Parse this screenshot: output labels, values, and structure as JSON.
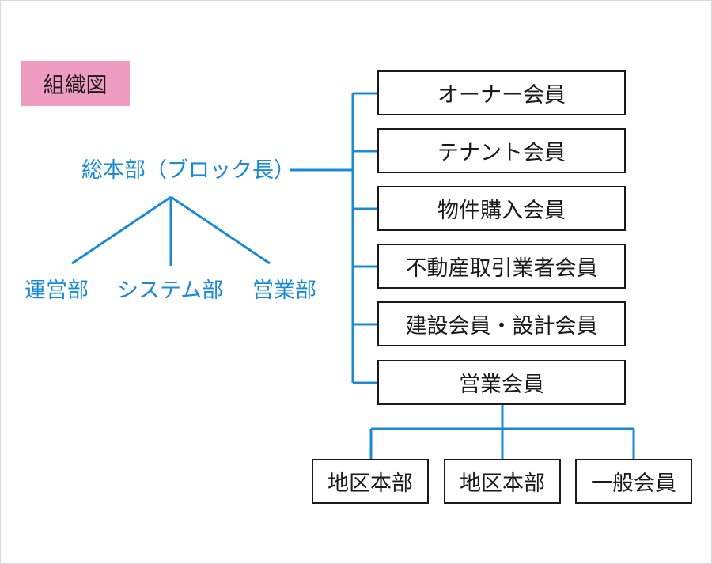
{
  "title": "組織図",
  "headquarters": "総本部（ブロック長）",
  "departments": [
    "運営部",
    "システム部",
    "営業部"
  ],
  "member_types": [
    "オーナー会員",
    "テナント会員",
    "物件購入会員",
    "不動産取引業者会員",
    "建設会員・設計会員",
    "営業会員"
  ],
  "sales_children": [
    "地区本部",
    "地区本部",
    "一般会員"
  ],
  "colors": {
    "line": "#1b8ad6",
    "title_bg": "#ee9cc0",
    "box_border": "#1a1a1a"
  }
}
